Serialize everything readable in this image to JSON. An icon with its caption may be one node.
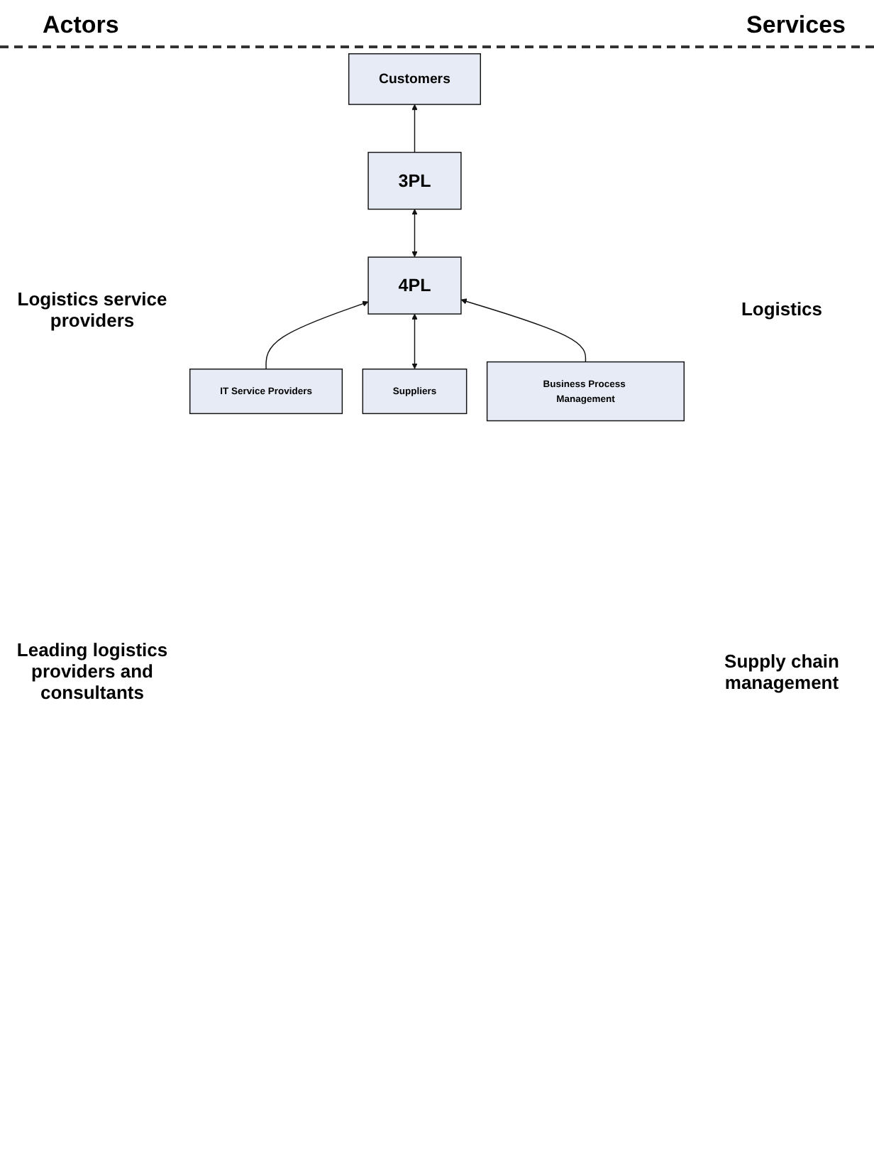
{
  "diagram": {
    "nodes": [
      {
        "text": [
          "Customers"
        ]
      },
      {
        "text": [
          "3PL"
        ]
      },
      {
        "text": [
          "4PL"
        ]
      },
      {
        "text": [
          "IT Service Providers"
        ]
      },
      {
        "text": [
          "Suppliers"
        ]
      },
      {
        "text": [
          "Business Process Management"
        ]
      }
    ],
    "edges": [
      {
        "from": 1,
        "to": 0,
        "arrow": "to"
      },
      {
        "from": 2,
        "to": 1,
        "arrow": "both"
      },
      {
        "from": 3,
        "to": 2,
        "arrow": "to"
      },
      {
        "from": 4,
        "to": 2,
        "arrow": "both"
      },
      {
        "from": 5,
        "to": 2,
        "arrow": "to"
      }
    ],
    "labels": [
      "Actors",
      "Services",
      "Logistics service providers",
      "Logistics",
      "Leading logistics providers and consultants",
      "Supply chain management"
    ]
  }
}
